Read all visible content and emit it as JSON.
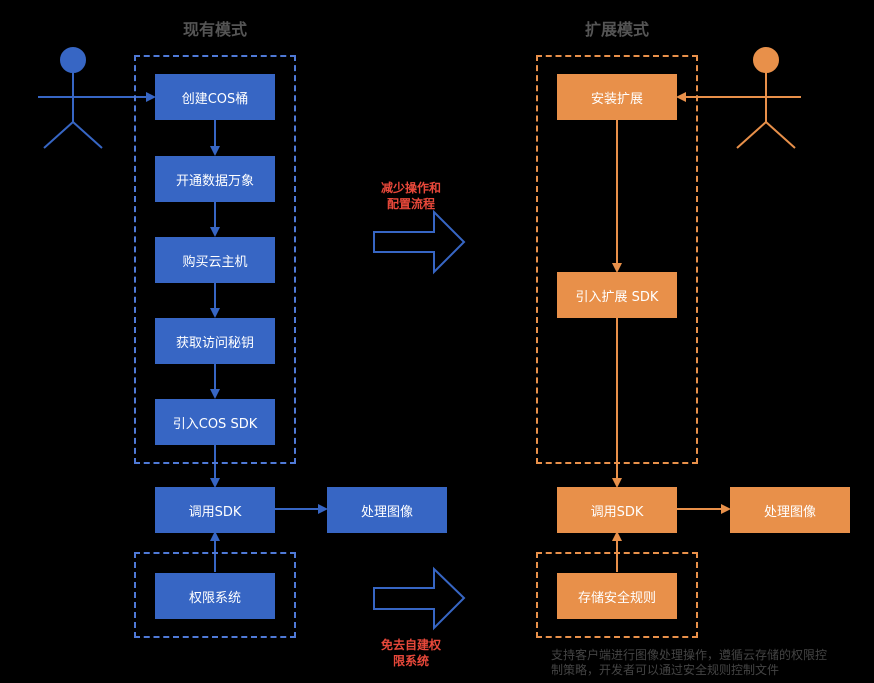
{
  "left": {
    "title": "现有模式",
    "steps": [
      "创建COS桶",
      "开通数据万象",
      "购买云主机",
      "获取访问秘钥",
      "引入COS SDK"
    ],
    "call_sdk": "调用SDK",
    "process_image": "处理图像",
    "permission": "权限系统"
  },
  "right": {
    "title": "扩展模式",
    "install": "安装扩展",
    "import_sdk": "引入扩展 SDK",
    "call_sdk": "调用SDK",
    "process_image": "处理图像",
    "security": "存储安全规则",
    "description": "支持客户端进行图像处理操作，遵循云存储的权限控制策略，开发者可以通过安全规则控制文件"
  },
  "notes": {
    "reduce": "减少操作和配置流程",
    "avoid": "免去自建权限系统"
  },
  "colors": {
    "blue": "#3766c4",
    "orange": "#e8904a",
    "red": "#e8483a",
    "background": "#000000"
  }
}
